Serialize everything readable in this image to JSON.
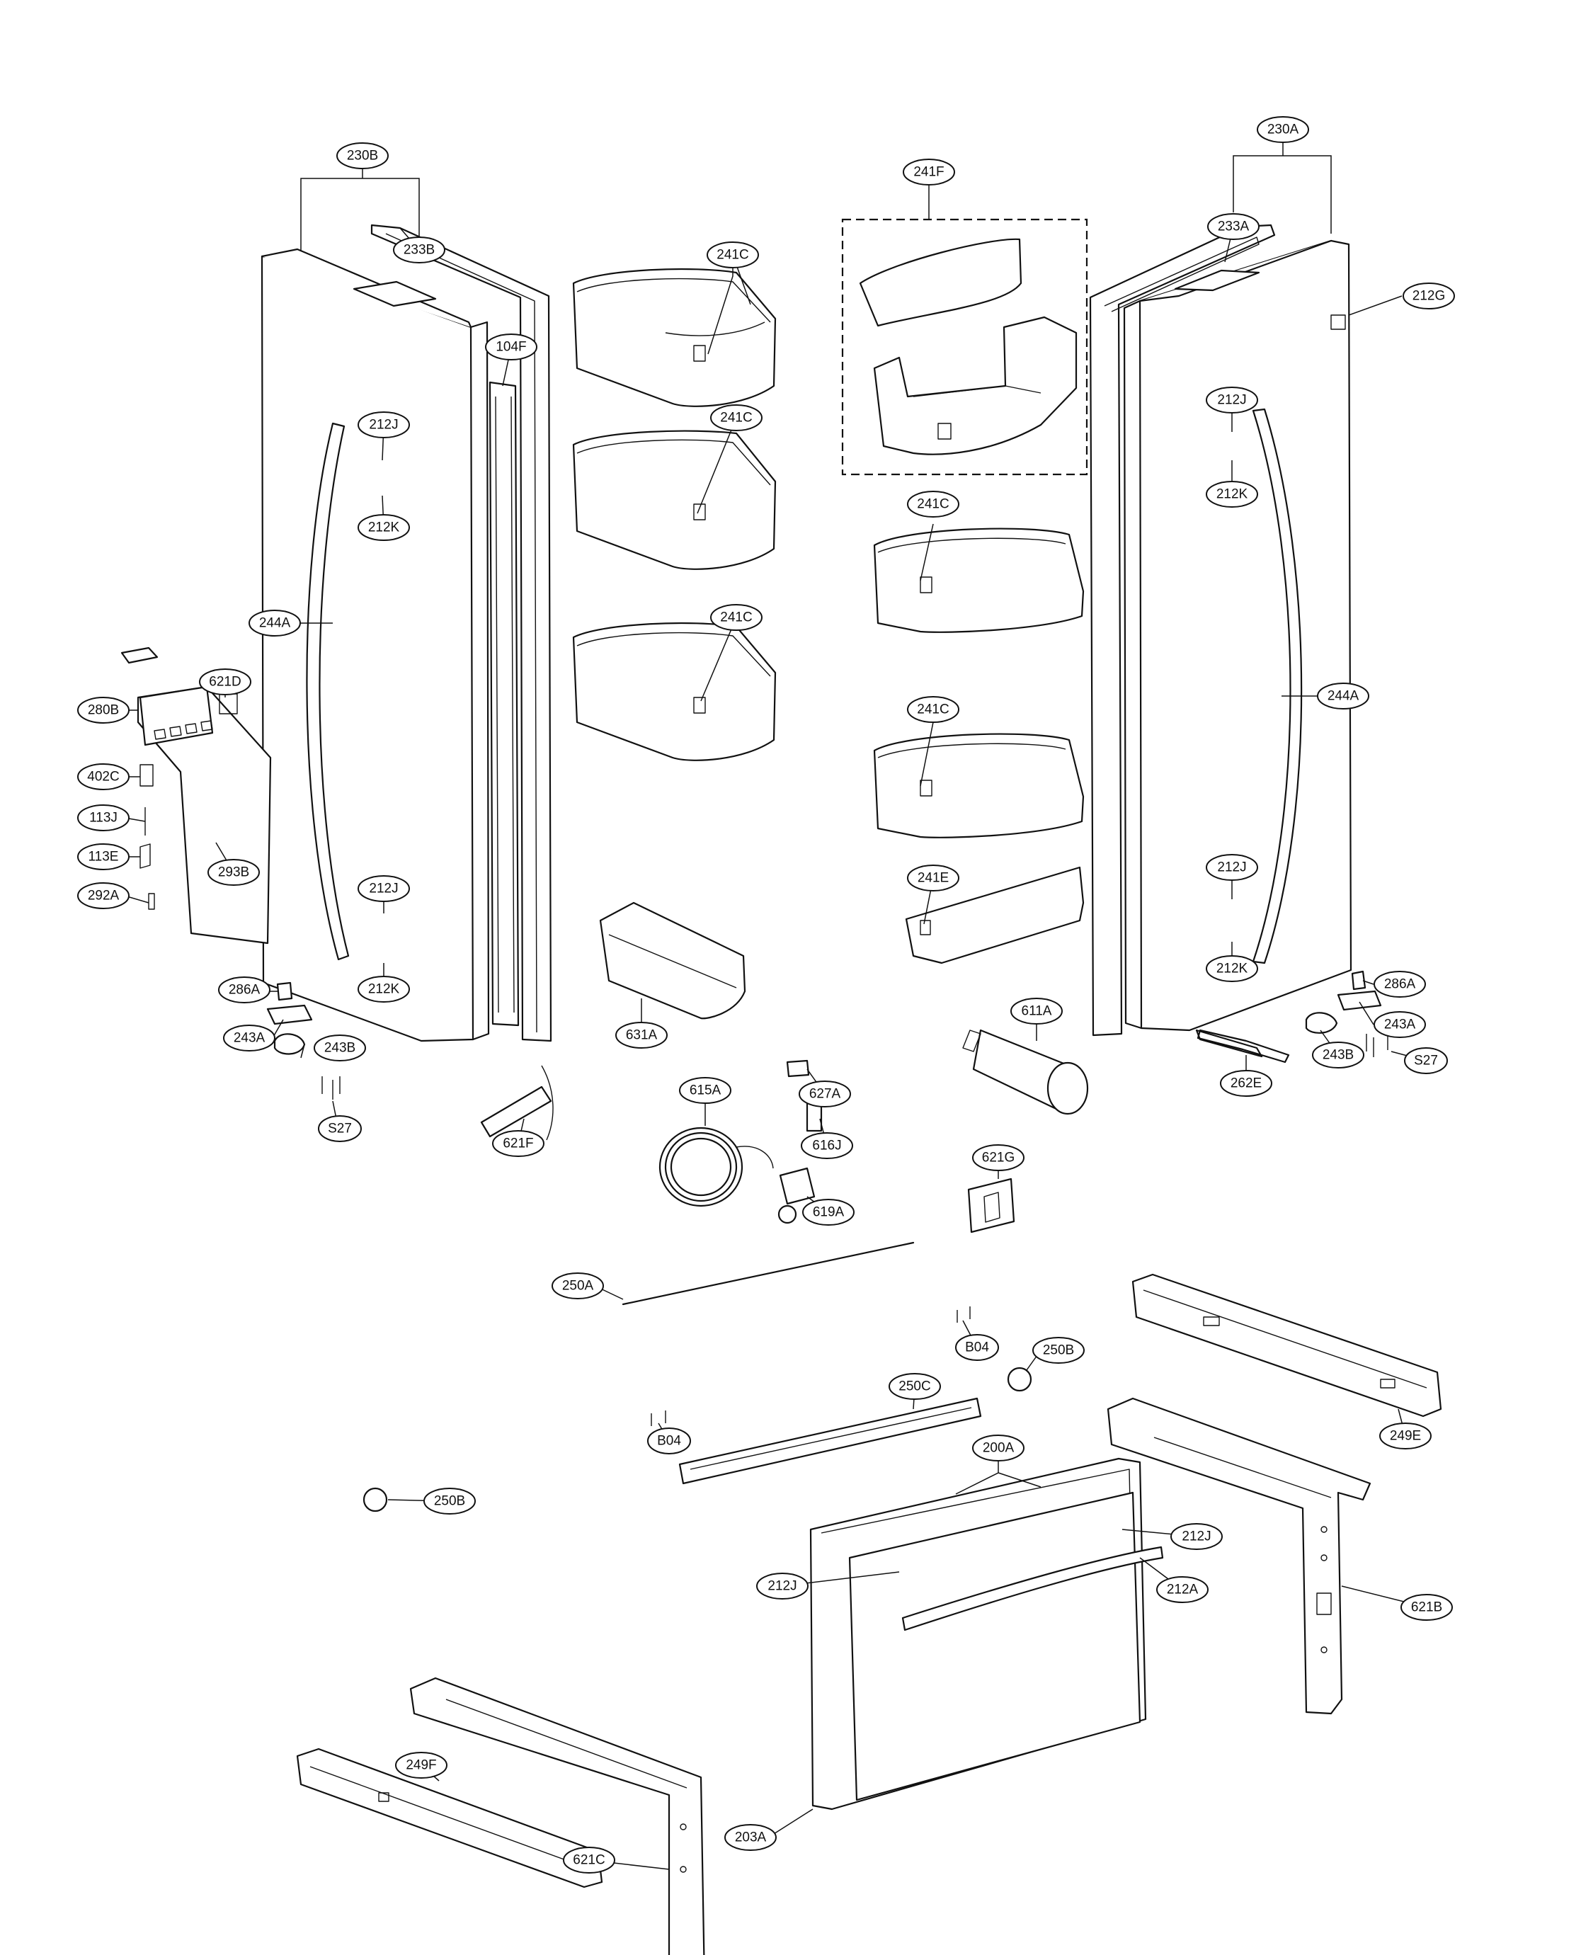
{
  "callouts": [
    {
      "id": "230B",
      "label": "230B"
    },
    {
      "id": "233B",
      "label": "233B"
    },
    {
      "id": "104F",
      "label": "104F"
    },
    {
      "id": "241C_a",
      "label": "241C"
    },
    {
      "id": "241C_b",
      "label": "241C"
    },
    {
      "id": "241C_c",
      "label": "241C"
    },
    {
      "id": "241F",
      "label": "241F"
    },
    {
      "id": "230A",
      "label": "230A"
    },
    {
      "id": "233A",
      "label": "233A"
    },
    {
      "id": "212G",
      "label": "212G"
    },
    {
      "id": "212J_a",
      "label": "212J"
    },
    {
      "id": "212K_a",
      "label": "212K"
    },
    {
      "id": "212J_b",
      "label": "212J"
    },
    {
      "id": "212K_b",
      "label": "212K"
    },
    {
      "id": "241C_d",
      "label": "241C"
    },
    {
      "id": "241C_e",
      "label": "241C"
    },
    {
      "id": "244A_a",
      "label": "244A"
    },
    {
      "id": "244A_b",
      "label": "244A"
    },
    {
      "id": "621D",
      "label": "621D"
    },
    {
      "id": "280B",
      "label": "280B"
    },
    {
      "id": "402C",
      "label": "402C"
    },
    {
      "id": "113J",
      "label": "113J"
    },
    {
      "id": "113E",
      "label": "113E"
    },
    {
      "id": "293B",
      "label": "293B"
    },
    {
      "id": "292A",
      "label": "292A"
    },
    {
      "id": "212J_c",
      "label": "212J"
    },
    {
      "id": "212K_c",
      "label": "212K"
    },
    {
      "id": "212J_d",
      "label": "212J"
    },
    {
      "id": "212K_d",
      "label": "212K"
    },
    {
      "id": "241E",
      "label": "241E"
    },
    {
      "id": "286A_a",
      "label": "286A"
    },
    {
      "id": "243A_a",
      "label": "243A"
    },
    {
      "id": "243B_a",
      "label": "243B"
    },
    {
      "id": "S27_a",
      "label": "S27"
    },
    {
      "id": "631A",
      "label": "631A"
    },
    {
      "id": "611A",
      "label": "611A"
    },
    {
      "id": "286A_b",
      "label": "286A"
    },
    {
      "id": "243A_b",
      "label": "243A"
    },
    {
      "id": "243B_b",
      "label": "243B"
    },
    {
      "id": "S27_b",
      "label": "S27"
    },
    {
      "id": "262E",
      "label": "262E"
    },
    {
      "id": "621F",
      "label": "621F"
    },
    {
      "id": "615A",
      "label": "615A"
    },
    {
      "id": "627A",
      "label": "627A"
    },
    {
      "id": "616J",
      "label": "616J"
    },
    {
      "id": "619A",
      "label": "619A"
    },
    {
      "id": "621G",
      "label": "621G"
    },
    {
      "id": "250A",
      "label": "250A"
    },
    {
      "id": "B04_a",
      "label": "B04"
    },
    {
      "id": "250B_a",
      "label": "250B"
    },
    {
      "id": "249E",
      "label": "249E"
    },
    {
      "id": "250C",
      "label": "250C"
    },
    {
      "id": "B04_b",
      "label": "B04"
    },
    {
      "id": "200A",
      "label": "200A"
    },
    {
      "id": "212J_e",
      "label": "212J"
    },
    {
      "id": "212J_f",
      "label": "212J"
    },
    {
      "id": "212A",
      "label": "212A"
    },
    {
      "id": "250B_b",
      "label": "250B"
    },
    {
      "id": "621B",
      "label": "621B"
    },
    {
      "id": "249F",
      "label": "249F"
    },
    {
      "id": "203A",
      "label": "203A"
    },
    {
      "id": "621C",
      "label": "621C"
    }
  ]
}
